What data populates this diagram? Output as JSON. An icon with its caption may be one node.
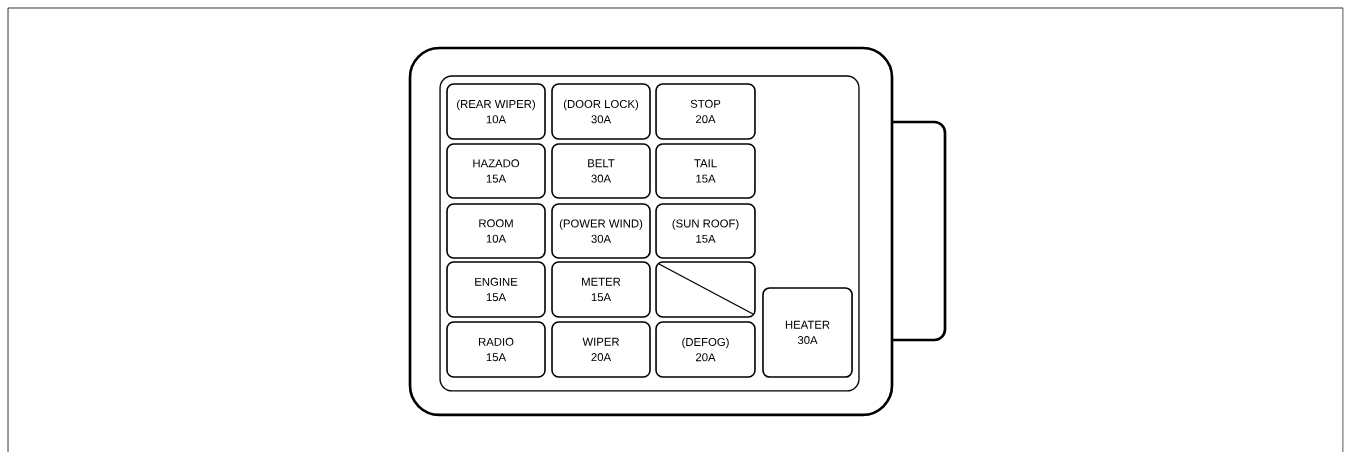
{
  "diagram": {
    "nodes": [
      {
        "text": [],
        "shape": "box"
      },
      {
        "text": [],
        "shape": "box",
        "in": 0
      },
      {
        "text": [
          "(REAR WIPER)",
          "10A"
        ],
        "in": 1
      },
      {
        "text": [
          "(DOOR LOCK)",
          "30A"
        ],
        "in": 1
      },
      {
        "text": [
          "STOP",
          "20A"
        ],
        "in": 1
      },
      {
        "text": [
          "HAZADO",
          "15A"
        ],
        "in": 1
      },
      {
        "text": [
          "BELT",
          "30A"
        ],
        "in": 1
      },
      {
        "text": [
          "TAIL",
          "15A"
        ],
        "in": 1
      },
      {
        "text": [
          "ROOM",
          "10A"
        ],
        "in": 1
      },
      {
        "text": [
          "(POWER WIND)",
          "30A"
        ],
        "in": 1
      },
      {
        "text": [
          "(SUN ROOF)",
          "15A"
        ],
        "in": 1
      },
      {
        "text": [
          "ENGINE",
          "15A"
        ],
        "in": 1
      },
      {
        "text": [
          "METER",
          "15A"
        ],
        "in": 1
      },
      {
        "text": [],
        "shape": "box",
        "in": 1
      },
      {
        "text": [
          "RADIO",
          "15A"
        ],
        "in": 1
      },
      {
        "text": [
          "WIPER",
          "20A"
        ],
        "in": 1
      },
      {
        "text": [
          "(DEFOG)",
          "20A"
        ],
        "in": 1
      },
      {
        "text": [
          "HEATER",
          "30A"
        ],
        "in": 1
      }
    ]
  }
}
